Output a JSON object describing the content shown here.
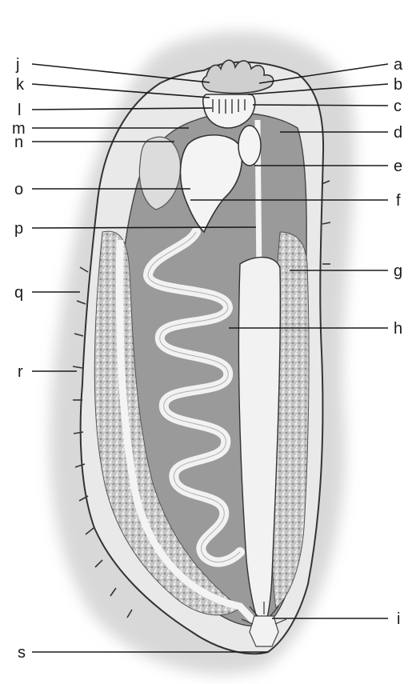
{
  "figure": {
    "labels": {
      "a": "a",
      "b": "b",
      "c": "c",
      "d": "d",
      "e": "e",
      "f": "f",
      "g": "g",
      "h": "h",
      "i": "i",
      "j": "j",
      "k": "k",
      "l": "l",
      "m": "m",
      "n": "n",
      "o": "o",
      "p": "p",
      "q": "q",
      "r": "r",
      "s": "s"
    }
  },
  "colors": {
    "halo": "#d4d4d4",
    "body_wall": "#e8e8e8",
    "coelom": "#9a9a9a",
    "gonad": "#bdbdbd",
    "tube": "#f4f4f4",
    "outline": "#333333",
    "line": "#1a1a1a"
  }
}
